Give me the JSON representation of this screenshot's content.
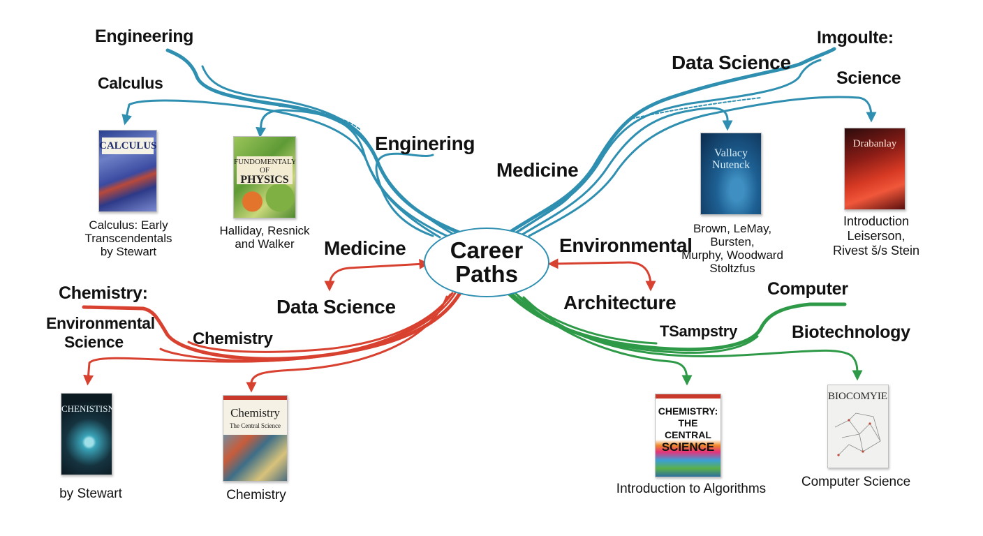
{
  "center": {
    "line1": "Career",
    "line2": "Paths"
  },
  "colors": {
    "blue": "#2f8fb0",
    "red": "#d8412f",
    "green": "#2e9a48"
  },
  "labels": {
    "engineering_top": "Engineering",
    "calculus": "Calculus",
    "enginering_mid": "Enginering",
    "medicine_right": "Medicine",
    "data_science_top": "Data Science",
    "imgoulte": "Imgoulte:",
    "science": "Science",
    "medicine_left": "Medicine",
    "data_science_left": "Data Science",
    "environmental": "Environmental",
    "architecture": "Architecture",
    "chemistry_colon": "Chemistry:",
    "environmental_science_1": "Environmental",
    "environmental_science_2": "Science",
    "chemistry_mid": "Chemistry",
    "tsampstry": "TSampstry",
    "computer": "Computer",
    "biotechnology": "Biotechnology"
  },
  "books": {
    "calculus": {
      "cover_title": "CALCULUS",
      "caption": "Calculus: Early\nTranscendentals\nby Stewart",
      "icon": "book-cover"
    },
    "physics": {
      "cover_line1": "FUNDOMENTALY",
      "cover_line2": "OF",
      "cover_title": "PHYSICS",
      "caption": "Halliday, Resnick\nand Walker",
      "icon": "book-cover"
    },
    "chem_dark": {
      "cover_title": "CHENISTISN",
      "caption": "by Stewart",
      "icon": "book-cover"
    },
    "chem_central": {
      "cover_title": "Chemistry",
      "cover_sub": "The Central Science",
      "caption": "Chemistry",
      "icon": "book-cover"
    },
    "vallacy": {
      "cover_title": "Vallacy\nNutenck",
      "caption": "Brown, LeMay,\nBursten,\nMurphy, Woodward\nStoltzfus",
      "icon": "book-cover"
    },
    "drabanlay": {
      "cover_title": "Drabanlay",
      "caption": "Introduction\nLeiserson,\nRivest š/s Stein",
      "icon": "book-cover"
    },
    "chemistry_cs": {
      "cover_line1": "CHEMISTRY:",
      "cover_line2": "THE CENTRAL",
      "cover_title": "SCIENCE",
      "caption": "Introduction to Algorithms",
      "icon": "book-cover"
    },
    "biocomyies": {
      "cover_title": "BIOCOMYIES",
      "caption": "Computer Science",
      "icon": "book-cover"
    }
  }
}
